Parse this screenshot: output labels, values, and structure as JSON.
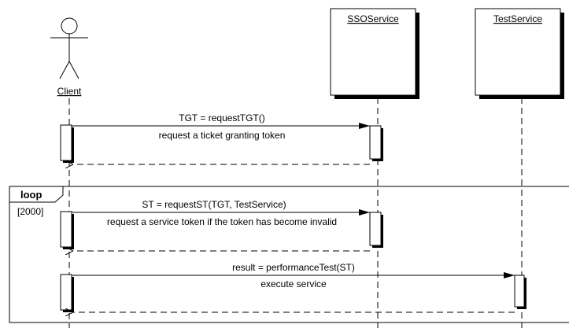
{
  "diagram": {
    "type": "sequence",
    "participants": [
      {
        "id": "client",
        "label": "Client",
        "kind": "actor"
      },
      {
        "id": "sso",
        "label": "SSOService",
        "kind": "object"
      },
      {
        "id": "test",
        "label": "TestService",
        "kind": "object"
      }
    ],
    "messages": [
      {
        "from": "client",
        "to": "sso",
        "label": "TGT = requestTGT()",
        "note": "request a ticket granting token"
      },
      {
        "from": "client",
        "to": "sso",
        "label": "ST = requestST(TGT, TestService)",
        "note": "request a service token if the token has become invalid"
      },
      {
        "from": "client",
        "to": "test",
        "label": "result = performanceTest(ST)",
        "note": "execute service"
      }
    ],
    "fragment": {
      "operator": "loop",
      "guard": "[2000]"
    }
  },
  "colors": {
    "line": "#000000",
    "shadow": "#000000",
    "background": "#ffffff"
  }
}
